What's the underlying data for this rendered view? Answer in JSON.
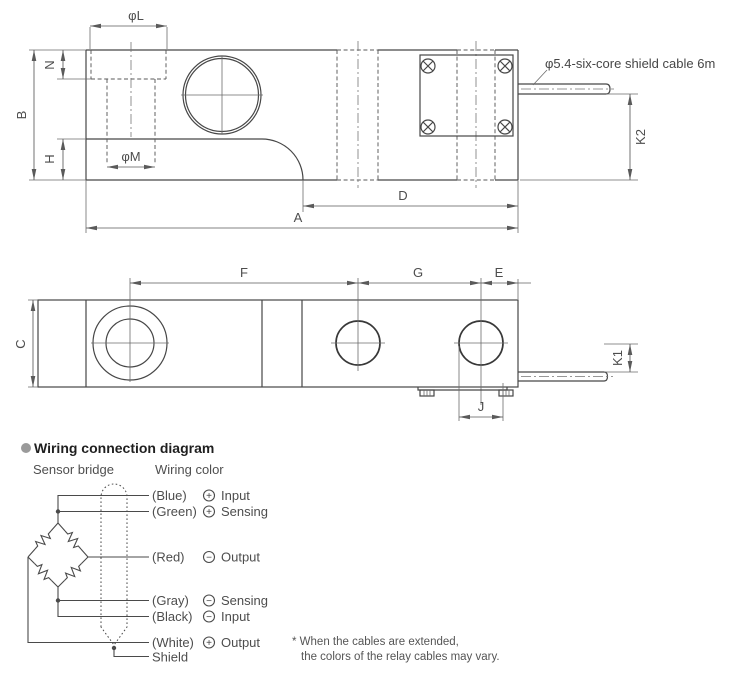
{
  "side_view": {
    "phi_l": "φL",
    "n": "N",
    "b": "B",
    "h": "H",
    "phi_m": "φM",
    "d": "D",
    "a": "A",
    "k2": "K2",
    "cable_label": "φ5.4-six-core shield cable 6m"
  },
  "plan_view": {
    "f": "F",
    "g": "G",
    "e": "E",
    "c": "C",
    "k1": "K1",
    "j": "J"
  },
  "wiring": {
    "title": "Wiring connection diagram",
    "sensor_bridge_label": "Sensor bridge",
    "wiring_color_label": "Wiring color",
    "wires": [
      {
        "color": "(Blue)",
        "polarity": "+",
        "signal": "Input"
      },
      {
        "color": "(Green)",
        "polarity": "+",
        "signal": "Sensing"
      },
      {
        "color": "(Red)",
        "polarity": "−",
        "signal": "Output"
      },
      {
        "color": "(Gray)",
        "polarity": "−",
        "signal": "Sensing"
      },
      {
        "color": "(Black)",
        "polarity": "−",
        "signal": "Input"
      },
      {
        "color": "(White)",
        "polarity": "+",
        "signal": "Output"
      }
    ],
    "shield_label": "Shield",
    "note_line1": "* When the cables are extended,",
    "note_line2": "the colors of the relay cables may vary."
  },
  "colors": {
    "background": "#ffffff",
    "line": "#474747",
    "dim_text": "#4d4d4d",
    "bullet": "#9a9a9a"
  }
}
